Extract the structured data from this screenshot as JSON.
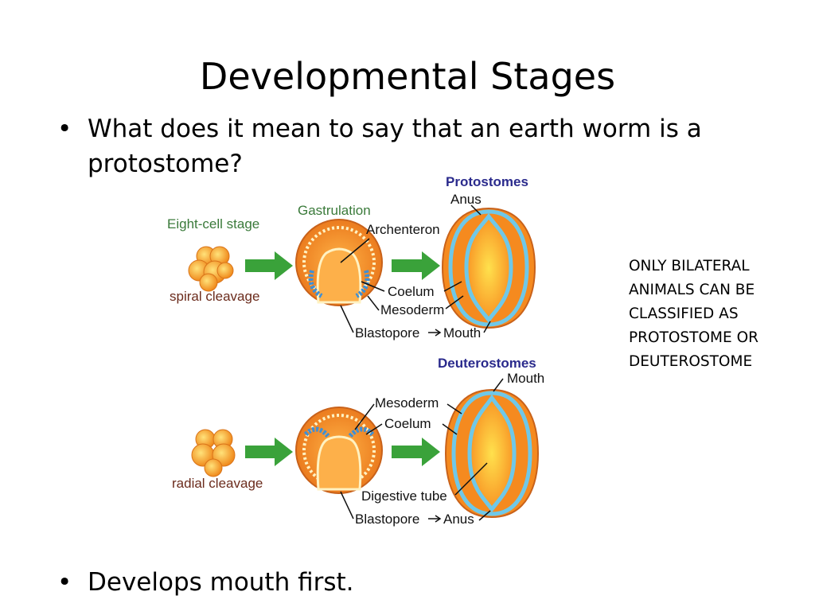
{
  "slide": {
    "title": "Developmental Stages",
    "bullet1": "What does it mean to say that an earth worm is a protostome?",
    "bullet2": "Develops mouth first.",
    "bullet_symbol": "•",
    "note_lines": [
      "ONLY BILATERAL",
      "ANIMALS CAN BE",
      "CLASSIFIED AS",
      "PROTOSTOME OR",
      "DEUTEROSTOME"
    ]
  },
  "diagram": {
    "eight_cell": "Eight-cell stage",
    "gastrulation": "Gastrulation",
    "protostomes": "Protostomes",
    "deuterostomes": "Deuterostomes",
    "spiral": "spiral cleavage",
    "radial": "radial cleavage",
    "top": {
      "anus": "Anus",
      "archenteron": "Archenteron",
      "coelum": "Coelum",
      "mesoderm": "Mesoderm",
      "blastopore": "Blastopore",
      "mouth": "Mouth"
    },
    "bottom": {
      "mouth": "Mouth",
      "mesoderm": "Mesoderm",
      "coelum": "Coelum",
      "digestive": "Digestive tube",
      "blastopore": "Blastopore",
      "anus": "Anus"
    },
    "colors": {
      "orange": "#f58a1f",
      "light_orange": "#ffd44a",
      "cyan": "#6fc8e8",
      "arrow_green": "#3aa23a"
    }
  }
}
